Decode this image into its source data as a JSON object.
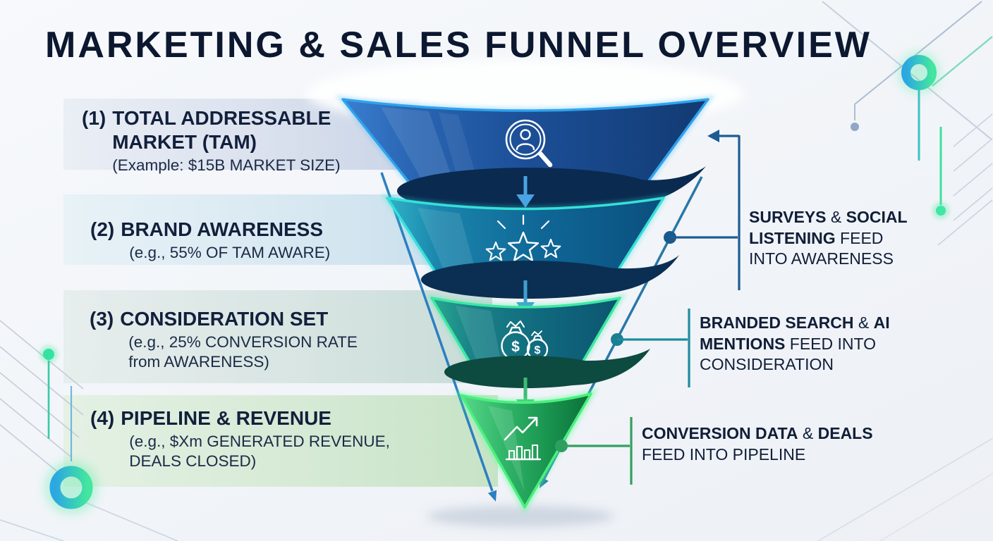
{
  "title": "MARKETING & SALES FUNNEL OVERVIEW",
  "stages": [
    {
      "number": "(1)",
      "title_lines": [
        "TOTAL ADDRESSABLE",
        "MARKET (TAM)"
      ],
      "subtitle_lines": [
        "(Example: $15B MARKET SIZE)"
      ]
    },
    {
      "number": "(2)",
      "title_lines": [
        "BRAND AWARENESS"
      ],
      "subtitle_lines": [
        "(e.g., 55% OF TAM AWARE)"
      ]
    },
    {
      "number": "(3)",
      "title_lines": [
        "CONSIDERATION SET"
      ],
      "subtitle_lines": [
        "(e.g., 25% CONVERSION RATE",
        "from AWARENESS)"
      ]
    },
    {
      "number": "(4)",
      "title_lines": [
        "PIPELINE & REVENUE"
      ],
      "subtitle_lines": [
        "(e.g., $Xm GENERATED REVENUE,",
        "DEALS CLOSED)"
      ]
    }
  ],
  "funnel": {
    "tiers": [
      {
        "icon": "user-search-icon",
        "stroke_color": "#2fa3ec"
      },
      {
        "icon": "sparkle-stars-icon",
        "stroke_color": "#36e0da"
      },
      {
        "icon": "money-bags-icon",
        "stroke_color": "#3ce8a2"
      },
      {
        "icon": "growth-chart-icon",
        "stroke_color": "#4af07e"
      }
    ]
  },
  "annotations": [
    {
      "lines": [
        [
          {
            "text": "SURVEYS",
            "bold": true
          },
          {
            "text": " & ",
            "bold": false
          },
          {
            "text": "SOCIAL",
            "bold": true
          }
        ],
        [
          {
            "text": "LISTENING",
            "bold": true
          },
          {
            "text": " FEED",
            "bold": false
          }
        ],
        [
          {
            "text": "INTO AWARENESS",
            "bold": false
          }
        ]
      ],
      "connector_color": "#1d5c92"
    },
    {
      "lines": [
        [
          {
            "text": "BRANDED SEARCH",
            "bold": true
          },
          {
            "text": " & ",
            "bold": false
          },
          {
            "text": "AI",
            "bold": true
          }
        ],
        [
          {
            "text": "MENTIONS",
            "bold": true
          },
          {
            "text": " FEED INTO",
            "bold": false
          }
        ],
        [
          {
            "text": "CONSIDERATION",
            "bold": false
          }
        ]
      ],
      "connector_color": "#1e8aa0"
    },
    {
      "lines": [
        [
          {
            "text": "CONVERSION DATA",
            "bold": true
          },
          {
            "text": " & ",
            "bold": false
          },
          {
            "text": "DEALS",
            "bold": true
          }
        ],
        [
          {
            "text": "FEED INTO PIPELINE",
            "bold": false
          }
        ]
      ],
      "connector_color": "#33a05f"
    }
  ],
  "colors": {
    "title_text": "#0c1830",
    "stage_text": "#12203c",
    "flow_arrow_blue": "#4aa3e2",
    "flow_arrow_green": "#3dbd74",
    "left_guide_arrow": "#2c7fc0",
    "right_guide_arrow": "#2878a8",
    "ring_gradient_start": "#2ba7e2",
    "ring_gradient_end": "#43e69e"
  }
}
